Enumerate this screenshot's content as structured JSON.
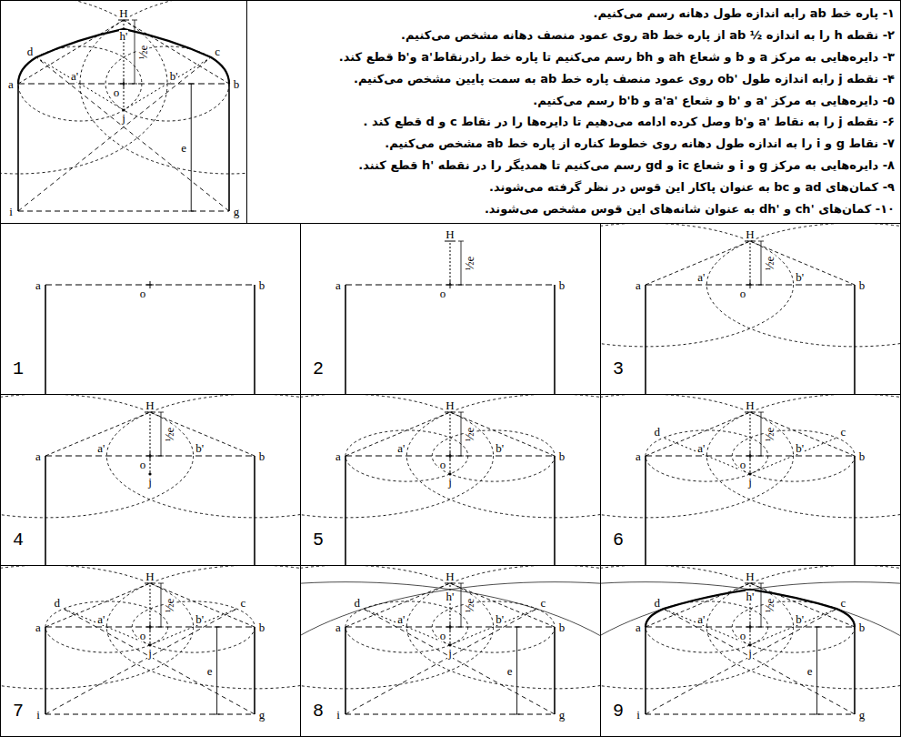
{
  "diagram": {
    "nodes": [
      {
        "text": [
          "H",
          "h'",
          "½e",
          "d",
          "c",
          "a",
          "a'",
          "o",
          "b'",
          "b",
          "j",
          "e",
          "i",
          "g"
        ]
      },
      {
        "text": [
          "۱- پاره خط ab رابه اندازه طول دهانه رسم می‌کنیم.",
          "۲- نقطه h را به اندازه ½ ab از پاره خط ab روی عمود منصف دهانه مشخص می‌کنیم.",
          "۳- دایره‌هایی به مرکز a و b و شعاع ah و bh رسم می‌کنیم تا پاره خط رادرنقاط'a و'b قطع کند.",
          "۴- نقطه j رابه اندازه طول 'ob روی عمود منصف پاره خط ab به سمت پایین مشخص می‌کنیم.",
          "۵- دایره‌هایی به مرکز 'a و 'b و شعاع 'a'a و b'b رسم می‌کنیم.",
          "۶- نقطه j را به نقاط 'a و'b وصل کرده ادامه می‌دهیم تا دایره‌ها را در نقاط c و d قطع کند .",
          "۷- نقاط g و i را به اندازه طول دهانه روی خطوط کناره از پاره خط ab مشخص می‌کنیم.",
          "۸- دایره‌هایی به مرکز g و i و شعاع ic و gd رسم می‌کنیم تا همدیگر را در نقطه 'h قطع کنند.",
          "۹- کمان‌های ad و bc به عنوان پاکار این قوس در نظر گرفته می‌شوند.",
          "۱۰- کمان‌های 'ch و 'dh به عنوان شانه‌های این قوس مشخص می‌شوند."
        ]
      },
      {
        "text": [
          "a",
          "o",
          "b",
          "1"
        ]
      },
      {
        "text": [
          "H",
          "½e",
          "a",
          "o",
          "b",
          "2"
        ]
      },
      {
        "text": [
          "H",
          "½e",
          "a",
          "a'",
          "o",
          "b'",
          "b",
          "3"
        ]
      },
      {
        "text": [
          "H",
          "½e",
          "a",
          "a'",
          "o",
          "b'",
          "b",
          "j",
          "4"
        ]
      },
      {
        "text": [
          "H",
          "½e",
          "a",
          "a'",
          "o",
          "b'",
          "b",
          "j",
          "5"
        ]
      },
      {
        "text": [
          "H",
          "½e",
          "d",
          "c",
          "a",
          "a'",
          "o",
          "b'",
          "b",
          "j",
          "6"
        ]
      },
      {
        "text": [
          "H",
          "½e",
          "d",
          "c",
          "a",
          "a'",
          "o",
          "b'",
          "b",
          "j",
          "e",
          "i",
          "g",
          "7"
        ]
      },
      {
        "text": [
          "H",
          "h'",
          "½e",
          "d",
          "c",
          "a",
          "a'",
          "o",
          "b'",
          "b",
          "j",
          "e",
          "i",
          "g",
          "8"
        ]
      },
      {
        "text": [
          "H",
          "h'",
          "½e",
          "d",
          "c",
          "a",
          "a'",
          "o",
          "b'",
          "b",
          "j",
          "e",
          "i",
          "g",
          "9"
        ]
      }
    ]
  }
}
